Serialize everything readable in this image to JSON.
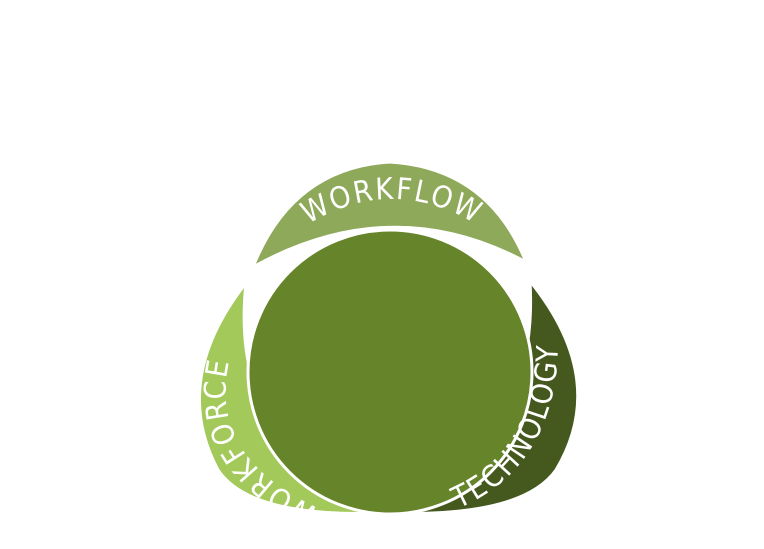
{
  "diagram": {
    "labels": {
      "top": "WORKFLOW",
      "left": "WORKFORCE",
      "right": "TECHNOLOGY"
    },
    "colors": {
      "top_petal": "#8fa95a",
      "left_petal": "#a2c95a",
      "right_petal": "#45591f",
      "center": "#668429",
      "outline": "#ffffff",
      "label_text": "#ffffff",
      "background": "#ffffff"
    }
  }
}
